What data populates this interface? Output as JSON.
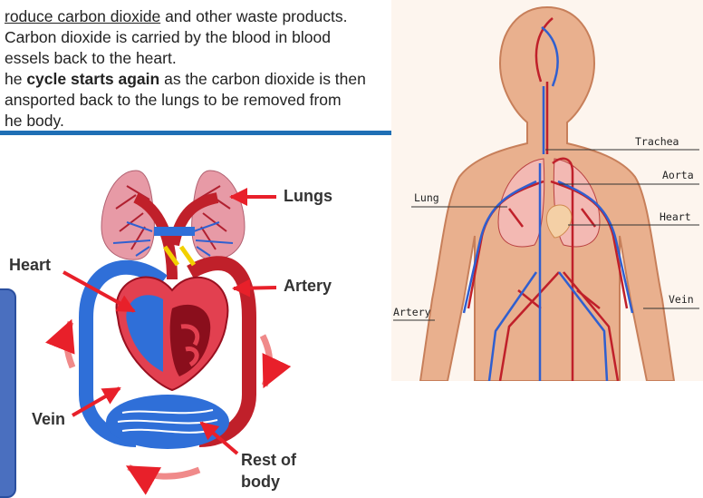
{
  "text_panel": {
    "line1": "roduce carbon dioxide",
    "line1_tail": " and other waste products.",
    "line2": "Carbon dioxide is carried by the blood in blood",
    "line3": "essels back to the heart.",
    "line4_head": "he ",
    "line4_bold": "cycle starts again",
    "line4_tail": " as the carbon dioxide is then",
    "line5": "ansported back to the lungs to be removed from",
    "line6": "he body."
  },
  "heart_diagram": {
    "lungs_label": "Lungs",
    "heart_label": "Heart",
    "artery_label": "Artery",
    "vein_label": "Vein",
    "rest_label_1": "Rest of",
    "rest_label_2": "body"
  },
  "body_diagram": {
    "trachea_label": "Trachea",
    "aorta_label": "Aorta",
    "lung_label": "Lung",
    "heart_label": "Heart",
    "artery_label": "Artery",
    "vein_label": "Vein"
  },
  "colors": {
    "box_border": "#1f6fb5",
    "artery_red": "#c0202a",
    "vein_blue": "#2f6fd8",
    "pointer_red": "#e8202a"
  }
}
